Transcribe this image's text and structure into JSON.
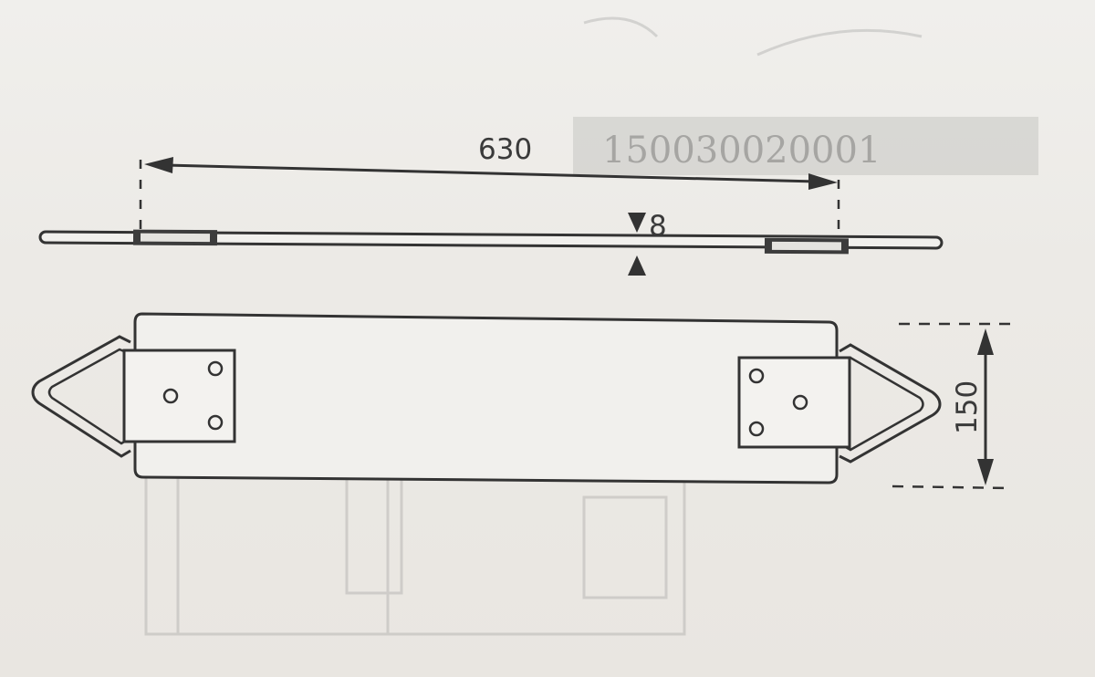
{
  "diagram": {
    "dimensions": {
      "length": "630",
      "thickness": "8",
      "width": "150"
    },
    "background_bleed_text": "150030020001"
  }
}
